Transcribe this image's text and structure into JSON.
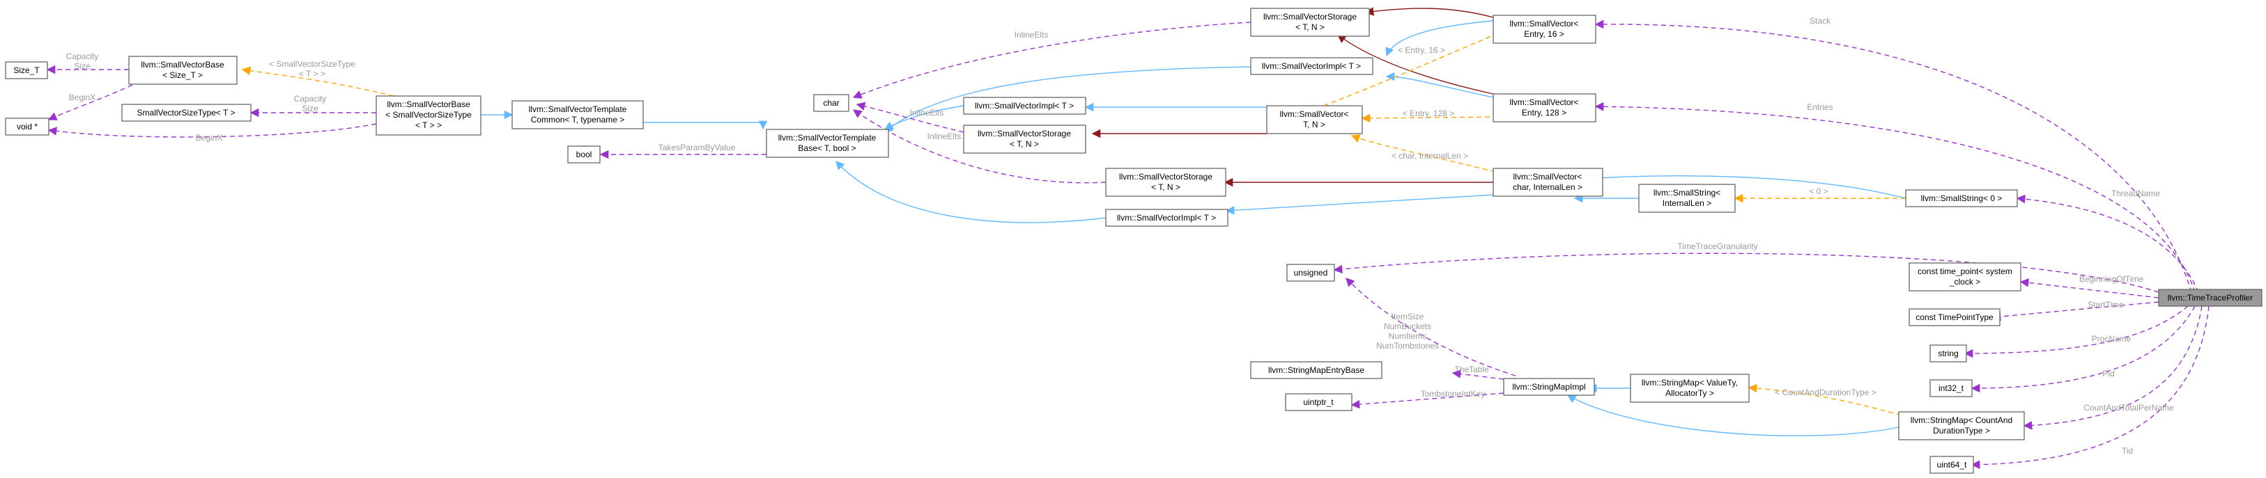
{
  "nodes": {
    "size_t": [
      "Size_T"
    ],
    "void_ptr": [
      "void *"
    ],
    "svbase_size": [
      "llvm::SmallVectorBase",
      "< Size_T >"
    ],
    "svsizetype": [
      "SmallVectorSizeType< T >"
    ],
    "svbase_svst": [
      "llvm::SmallVectorBase",
      "< SmallVectorSizeType",
      "< T > >"
    ],
    "svtc": [
      "llvm::SmallVectorTemplate",
      "Common< T, typename >"
    ],
    "bool": [
      "bool"
    ],
    "svtb": [
      "llvm::SmallVectorTemplate",
      "Base< T, bool >"
    ],
    "char": [
      "char"
    ],
    "svimpl_mid": [
      "llvm::SmallVectorImpl< T >"
    ],
    "svstorage_mid": [
      "llvm::SmallVectorStorage",
      "< T, N >"
    ],
    "svstorage_top": [
      "llvm::SmallVectorStorage",
      "< T, N >"
    ],
    "svimpl_top": [
      "llvm::SmallVectorImpl< T >"
    ],
    "svstorage_low": [
      "llvm::SmallVectorStorage",
      "< T, N >"
    ],
    "svimpl_low": [
      "llvm::SmallVectorImpl< T >"
    ],
    "sv_tn": [
      "llvm::SmallVector<",
      "T, N >"
    ],
    "sv_entry16": [
      "llvm::SmallVector<",
      "Entry, 16 >"
    ],
    "sv_entry128": [
      "llvm::SmallVector<",
      "Entry, 128 >"
    ],
    "sv_char": [
      "llvm::SmallVector<",
      "char, InternalLen >"
    ],
    "smallstring_t": [
      "llvm::SmallString<",
      "InternalLen >"
    ],
    "smallstring0": [
      "llvm::SmallString< 0 >"
    ],
    "unsigned": [
      "unsigned"
    ],
    "smeb": [
      "llvm::StringMapEntryBase"
    ],
    "uintptr": [
      "uintptr_t"
    ],
    "smimpl": [
      "llvm::StringMapImpl"
    ],
    "sm_t": [
      "llvm::StringMap< ValueTy,",
      "AllocatorTy >"
    ],
    "timepoint": [
      "const time_point< system",
      "_clock >"
    ],
    "tpt": [
      "const TimePointType"
    ],
    "string": [
      "string"
    ],
    "int32": [
      "int32_t"
    ],
    "sm_count": [
      "llvm::StringMap< CountAnd",
      "DurationType >"
    ],
    "uint64": [
      "uint64_t"
    ],
    "root": [
      "llvm::TimeTraceProfiler"
    ]
  },
  "edge_labels": {
    "capacity_size": [
      "Capacity",
      "Size"
    ],
    "beginx_a": [
      "BeginX"
    ],
    "beginx_b": [
      "BeginX"
    ],
    "capacity_size2": [
      "Capacity",
      "Size"
    ],
    "svsizetype_tmpl": [
      "< SmallVectorSizeType",
      "< T > >"
    ],
    "takes_param": [
      "TakesParamByValue"
    ],
    "inline_elts_top": [
      "InlineElts"
    ],
    "inline_elts_mid": [
      "InlineElts"
    ],
    "inline_elts_low": [
      "InlineElts"
    ],
    "entry16": [
      "< Entry, 16 >"
    ],
    "entry128": [
      "< Entry, 128 >"
    ],
    "char_internallen": [
      "< char, InternalLen >"
    ],
    "zero": [
      "< 0 >"
    ],
    "stack": [
      "Stack"
    ],
    "entries": [
      "Entries"
    ],
    "threadname": [
      "ThreadName"
    ],
    "granularity": [
      "TimeTraceGranularity"
    ],
    "itemsize": [
      "ItemSize",
      "NumBuckets",
      "NumItems",
      "NumTombstones"
    ],
    "beginning": [
      "BeginningOfTime"
    ],
    "starttime": [
      "StartTime"
    ],
    "procname": [
      "ProcName"
    ],
    "pid": [
      "Pid"
    ],
    "thetable": [
      "TheTable"
    ],
    "tombstone": [
      "TombstoneIntKey"
    ],
    "countanddur": [
      "< CountAndDurationType >"
    ],
    "countandtotal": [
      "CountAndTotalPerName"
    ],
    "tid": [
      "Tid"
    ]
  },
  "colors": {
    "member_edge": "#9a32cd",
    "template_edge": "#ffa500",
    "inherit_edge": "#63b8ff",
    "usage_edge": "#8b1a1a",
    "root_fill": "#999999",
    "label_text": "#9a9a9a"
  }
}
